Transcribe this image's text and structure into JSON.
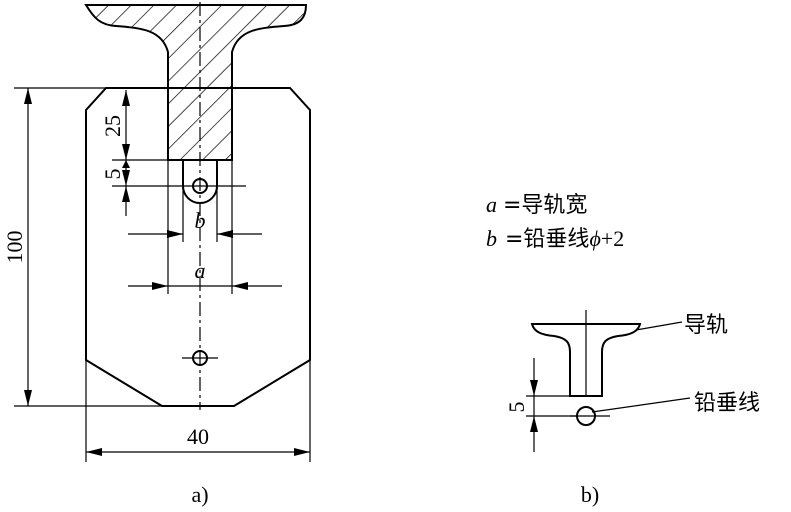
{
  "figure_a": {
    "caption": "a)",
    "dim_height": "100",
    "dim_width": "40",
    "dim_25": "25",
    "dim_5": "5",
    "label_b": "b",
    "label_a": "a"
  },
  "legend": {
    "line1_var": "a",
    "line1_text": "=导轨宽",
    "line2_var": "b",
    "line2_text": "=铅垂线",
    "line2_symbol": "ϕ",
    "line2_tail": "+2"
  },
  "figure_b": {
    "caption": "b)",
    "dim_5": "5",
    "label_rail": "导轨",
    "label_plumb": "铅垂线"
  }
}
